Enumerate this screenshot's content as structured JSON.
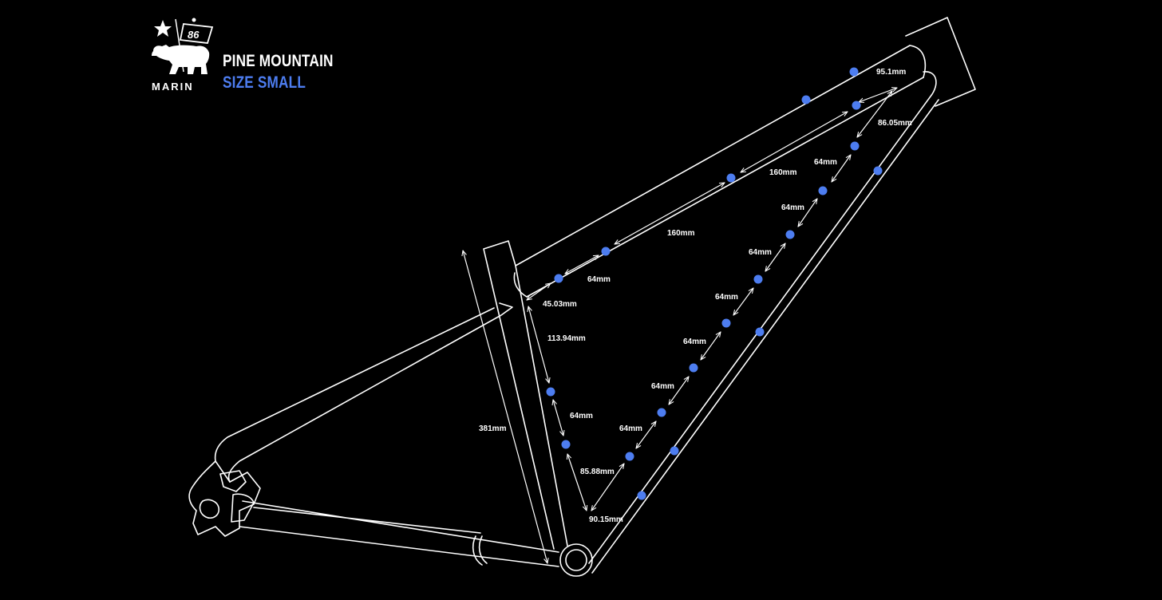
{
  "brand": {
    "logo_text": "MARIN",
    "badge_number": "86",
    "bike_name": "PINE MOUNTAIN",
    "size_label": "SIZE SMALL",
    "accent_color": "#4d7df0",
    "icons": [
      "star-icon",
      "flag-icon",
      "bear-icon"
    ]
  },
  "diagram": {
    "subject": "bike frame",
    "mount_point_color": "#4d7df0",
    "dimensions": {
      "headtube_top_gap": "95.1mm",
      "downtube_head_gap": "86.05mm",
      "toptube_upper_span": "160mm",
      "toptube_lower_span": "160mm",
      "toptube_seat_spacing": "64mm",
      "seat_cluster_gap": "45.03mm",
      "seattube_upper_gap": "113.94mm",
      "seattube_spacing": "64mm",
      "seattube_lower_gap": "85.88mm",
      "seat_tube_length": "381mm",
      "bb_downtube_gap": "90.15mm",
      "downtube_spacing": [
        "64mm",
        "64mm",
        "64mm",
        "64mm",
        "64mm",
        "64mm",
        "64mm"
      ]
    }
  }
}
